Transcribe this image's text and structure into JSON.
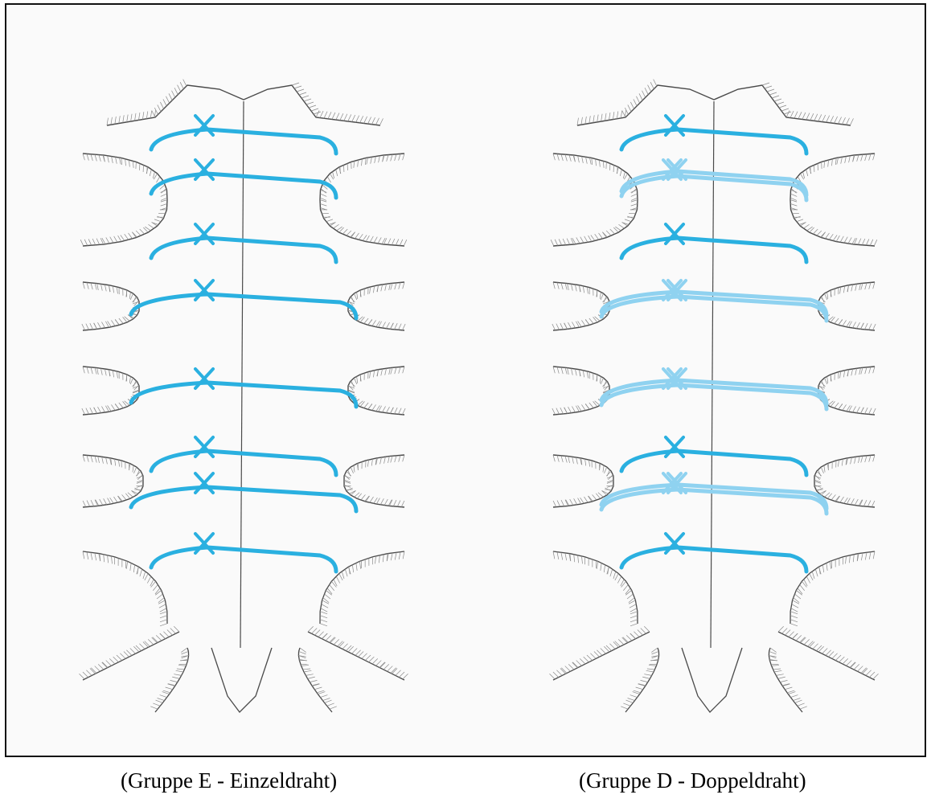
{
  "colors": {
    "background": "#fafafa",
    "pencil": "#4a4a4a",
    "hatching": "#8a8a8a",
    "wire": "#2ab0e0",
    "wire_light": "#8fd2f0",
    "frame": "#111111"
  },
  "panels": [
    {
      "name": "Einzeldraht",
      "wire_type": "single",
      "caption": "(Gruppe E - Einzeldraht)",
      "sutures": [
        {
          "kind": "simple",
          "double": false
        },
        {
          "kind": "simple",
          "double": false
        },
        {
          "kind": "simple",
          "double": false
        },
        {
          "kind": "wide",
          "double": false
        },
        {
          "kind": "wide",
          "double": false
        },
        {
          "kind": "simple",
          "double": false
        },
        {
          "kind": "wide",
          "double": false
        },
        {
          "kind": "simple",
          "double": false
        }
      ]
    },
    {
      "name": "Doppeldraht",
      "wire_type": "double",
      "caption": "(Gruppe D - Doppeldraht)",
      "sutures": [
        {
          "kind": "simple",
          "double": false
        },
        {
          "kind": "simple",
          "double": true
        },
        {
          "kind": "simple",
          "double": false
        },
        {
          "kind": "wide",
          "double": true
        },
        {
          "kind": "wide",
          "double": true
        },
        {
          "kind": "simple",
          "double": false
        },
        {
          "kind": "wide",
          "double": true
        },
        {
          "kind": "simple",
          "double": false
        }
      ]
    }
  ]
}
